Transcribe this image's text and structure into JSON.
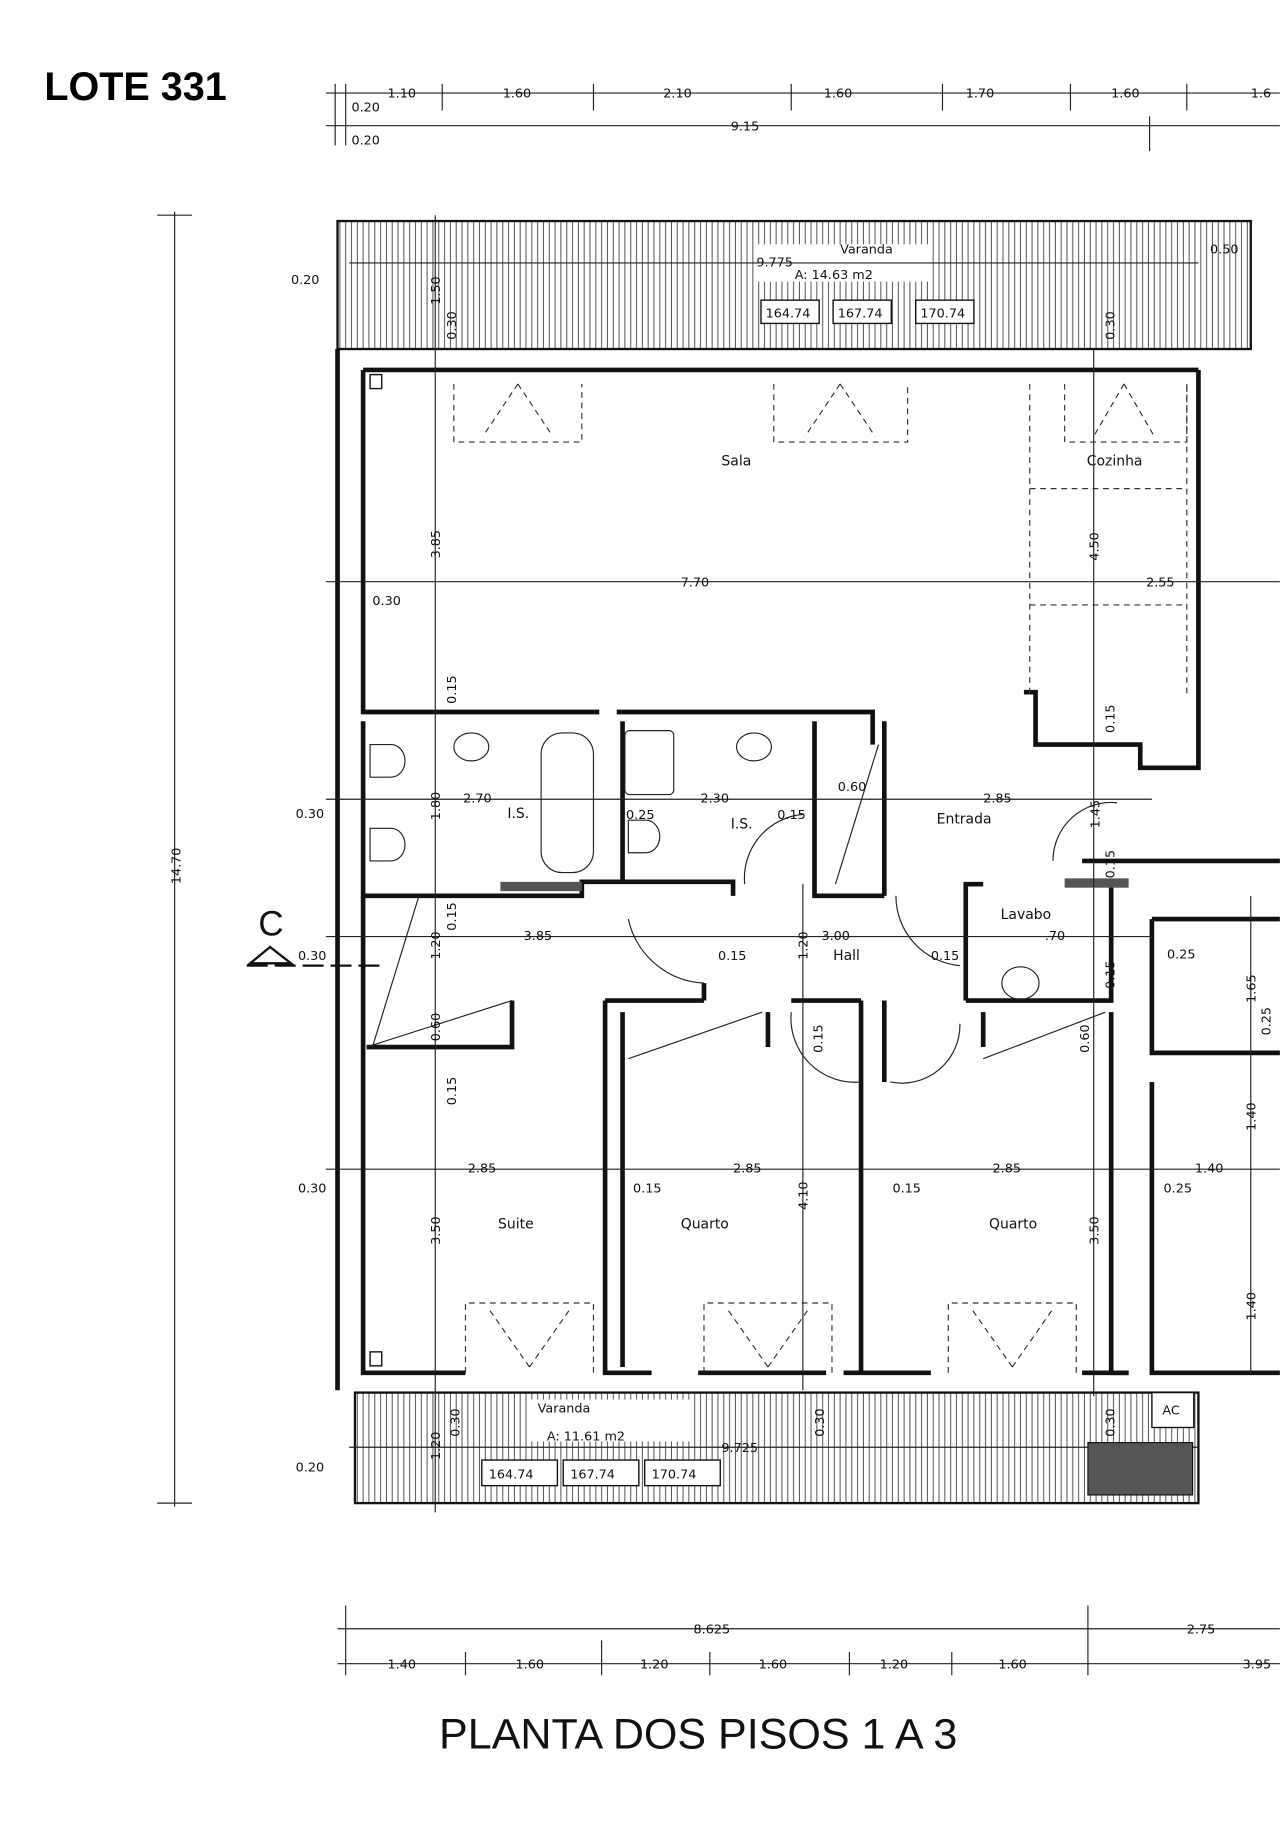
{
  "title": "LOTE 331",
  "caption": "PLANTA DOS PISOS 1 A 3",
  "section_marker": "C",
  "rooms": {
    "sala": "Sala",
    "cozinha": "Cozinha",
    "is1": "I.S.",
    "is2": "I.S.",
    "entrada": "Entrada",
    "hall": "Hall",
    "lavabo": "Lavabo",
    "suite": "Suite",
    "quarto1": "Quarto",
    "quarto2": "Quarto",
    "ac": "AC"
  },
  "varanda_top": {
    "label": "Varanda",
    "length": "9.775",
    "area": "A: 14.63 m2",
    "levels": [
      "164.74",
      "167.74",
      "170.74"
    ]
  },
  "varanda_bottom": {
    "label": "Varanda",
    "length": "9.725",
    "area": "A: 11.61 m2",
    "levels": [
      "164.74",
      "167.74",
      "170.74"
    ]
  },
  "dims_top": [
    "1.10",
    "1.60",
    "2.10",
    "1.60",
    "1.70",
    "1.60",
    "1.6",
    "0.20",
    "9.15",
    "0.20"
  ],
  "dims_bottom": [
    "8.625",
    "2.75",
    "1.40",
    "1.60",
    "1.20",
    "1.60",
    "1.20",
    "1.60",
    "3.95"
  ],
  "dim_total_height": "14.70",
  "dims": [
    "0.20",
    "1.50",
    "0.30",
    "0.30",
    "0.50",
    "7.70",
    "2.55",
    "0.30",
    "3.85",
    "4.50",
    "0.15",
    "0.15",
    "0.30",
    "1.80",
    "2.70",
    "2.30",
    "0.25",
    "0.15",
    "0.60",
    "2.85",
    "1.45",
    "0.15",
    "3.85",
    "3.00",
    "0.15",
    "1.20",
    "1.20",
    "0.15",
    ".70",
    "0.30",
    "0.15",
    "0.25",
    "1.65",
    "0.60",
    "0.15",
    "0.15",
    "0.60",
    "0.15",
    "0.25",
    "0.30",
    "2.85",
    "2.85",
    "2.85",
    "0.15",
    "0.15",
    "1.40",
    "0.25",
    "3.50",
    "4.10",
    "3.50",
    "1.40",
    "1.40",
    "0.20",
    "1.20",
    "0.30",
    "0.30",
    "0.30"
  ]
}
